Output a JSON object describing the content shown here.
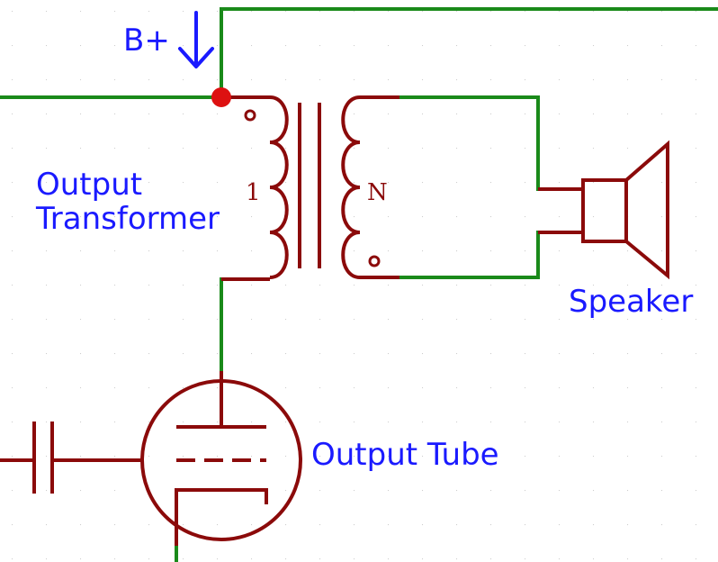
{
  "labels": {
    "bplus": "B+",
    "transformer_line1": "Output",
    "transformer_line2": "Transformer",
    "primary_ratio": "1",
    "secondary_ratio": "N",
    "speaker": "Speaker",
    "tube": "Output Tube"
  },
  "colors": {
    "wire": "#1a8a1a",
    "component": "#8b0a0a",
    "text": "#1a1aff",
    "junction": "#dd1111",
    "grid_dot": "#cccccc"
  }
}
